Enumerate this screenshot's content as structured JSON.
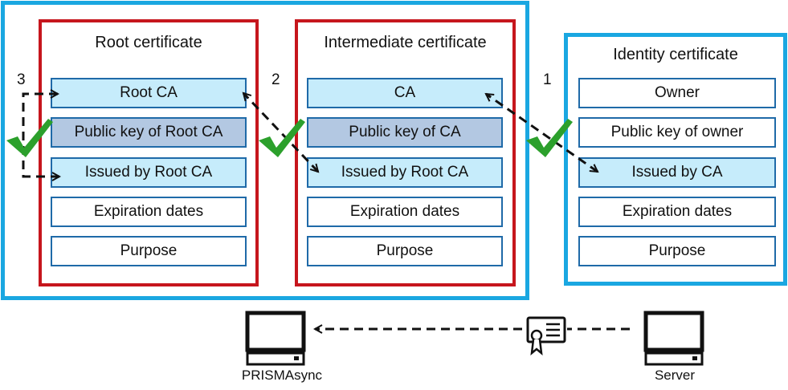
{
  "certificates": {
    "root": {
      "title": "Root certificate",
      "fields": [
        "Root CA",
        "Public key of Root CA",
        "Issued by Root CA",
        "Expiration dates",
        "Purpose"
      ]
    },
    "intermediate": {
      "title": "Intermediate certificate",
      "fields": [
        "CA",
        "Public key of CA",
        "Issued by Root CA",
        "Expiration dates",
        "Purpose"
      ]
    },
    "identity": {
      "title": "Identity certificate",
      "fields": [
        "Owner",
        "Public key of owner",
        "Issued by CA",
        "Expiration dates",
        "Purpose"
      ]
    }
  },
  "steps": [
    "1",
    "2",
    "3"
  ],
  "devices": {
    "client": "PRISMAsync",
    "server": "Server"
  },
  "colors": {
    "outer_frame": "#1aa7e1",
    "cert_border_red": "#c6161d",
    "field_border": "#1f6aa8",
    "field_highlight": "#c6ecfb",
    "field_key": "#b3c8e2",
    "checkmark": "#2ca02c"
  },
  "icons": [
    "checkmark-icon",
    "monitor-icon",
    "certificate-icon",
    "dashed-arrow-icon"
  ]
}
